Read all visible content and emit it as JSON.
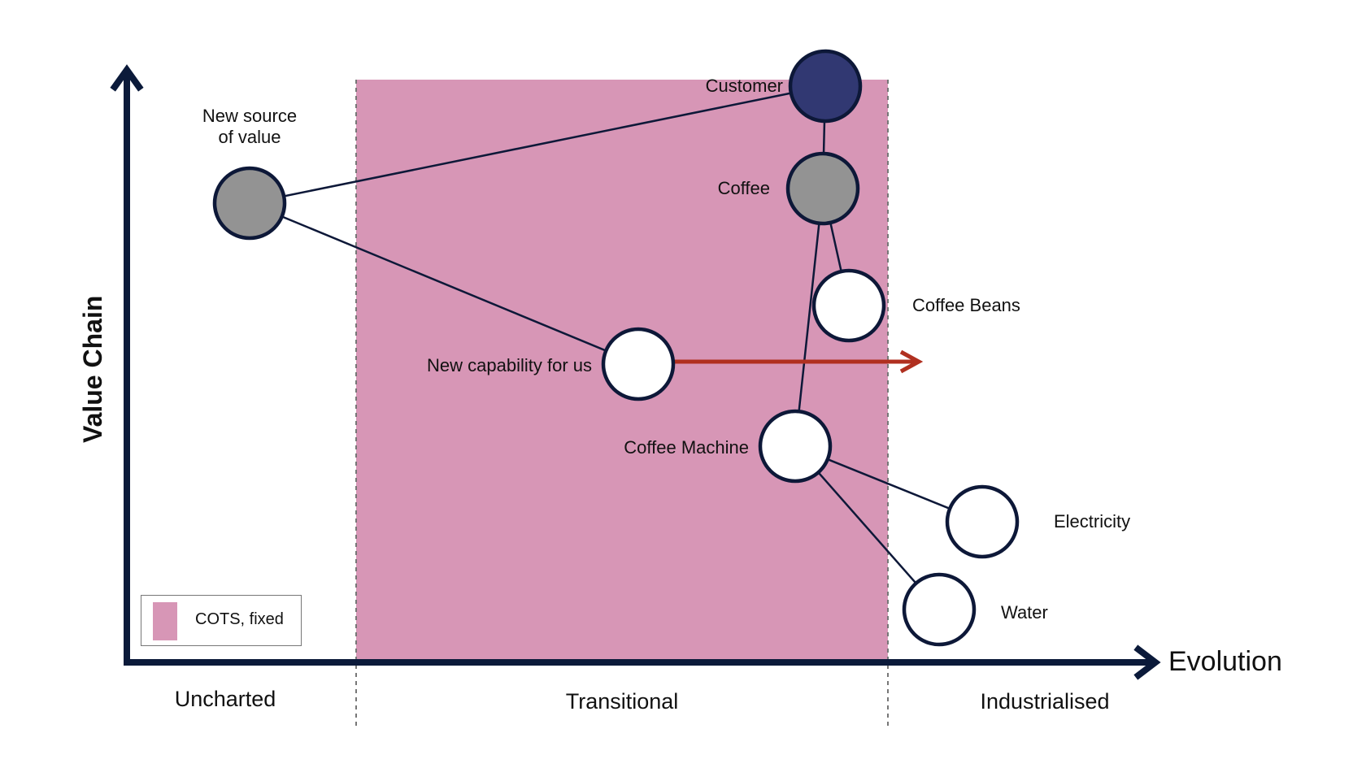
{
  "diagram": {
    "type": "wardley-map",
    "axes": {
      "y_title": "Value Chain",
      "x_title": "Evolution"
    },
    "stages": [
      {
        "label": "Uncharted"
      },
      {
        "label": "Transitional"
      },
      {
        "label": "Industrialised"
      }
    ],
    "colors": {
      "axis": "#0b1a3a",
      "region": "#d796b6",
      "node_stroke": "#0d1838",
      "node_user": "#313872",
      "node_grey": "#939393",
      "node_white": "#ffffff",
      "evolution_arrow": "#b03020",
      "divider": "#777777"
    },
    "legend": {
      "items": [
        {
          "label": "COTS, fixed",
          "color": "#d796b6"
        }
      ]
    },
    "nodes": [
      {
        "id": "customer",
        "label": "Customer",
        "fill": "user"
      },
      {
        "id": "coffee",
        "label": "Coffee",
        "fill": "grey"
      },
      {
        "id": "new-source",
        "label": "New source\nof value",
        "fill": "grey"
      },
      {
        "id": "coffee-beans",
        "label": "Coffee Beans",
        "fill": "white"
      },
      {
        "id": "new-capability",
        "label": "New capability for us",
        "fill": "white"
      },
      {
        "id": "coffee-machine",
        "label": "Coffee Machine",
        "fill": "white"
      },
      {
        "id": "electricity",
        "label": "Electricity",
        "fill": "white"
      },
      {
        "id": "water",
        "label": "Water",
        "fill": "white"
      }
    ],
    "links": [
      [
        "new-source",
        "customer"
      ],
      [
        "new-source",
        "new-capability"
      ],
      [
        "customer",
        "coffee"
      ],
      [
        "coffee",
        "coffee-beans"
      ],
      [
        "coffee",
        "coffee-machine"
      ],
      [
        "coffee-machine",
        "electricity"
      ],
      [
        "coffee-machine",
        "water"
      ]
    ],
    "movements": [
      {
        "from": "new-capability",
        "direction": "right",
        "label": ""
      }
    ]
  }
}
